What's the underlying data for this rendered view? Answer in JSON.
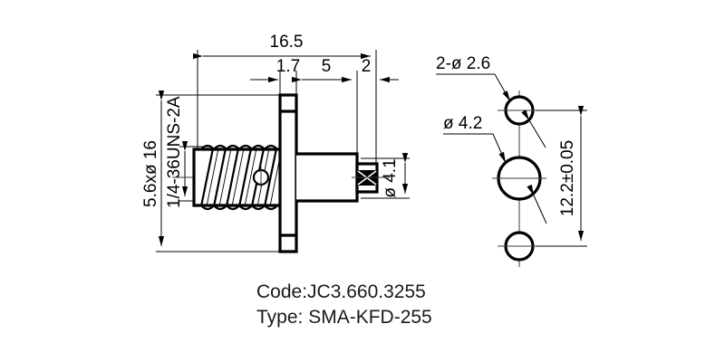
{
  "document": {
    "kind": "engineering-drawing",
    "subject": "SMA female flange-mount coaxial connector",
    "background_color": "#ffffff",
    "line_color": "#000000"
  },
  "front_view": {
    "name": "side-section-view",
    "dimensions": {
      "overall_length": "16.5",
      "flange_thickness": "1.7",
      "body_length": "5",
      "pin_length": "2",
      "flange_height": "5.6xø 16",
      "thread_spec": "1/4-36UNS-2A",
      "pin_diameter": "ø 4.1"
    }
  },
  "rear_view": {
    "name": "hole-pattern-view",
    "callouts": {
      "mounting_holes": "2-ø 2.6",
      "center_hole": "ø 4.2",
      "hole_spacing": "12.2±0.05"
    },
    "circles": [
      {
        "label": "top-mounting-hole",
        "diameter": "2.6"
      },
      {
        "label": "center-aperture",
        "diameter": "4.2"
      },
      {
        "label": "bottom-mounting-hole",
        "diameter": "2.6"
      }
    ]
  },
  "caption": {
    "code_line": "Code:JC3.660.3255",
    "type_line": "Type: SMA-KFD-255"
  }
}
